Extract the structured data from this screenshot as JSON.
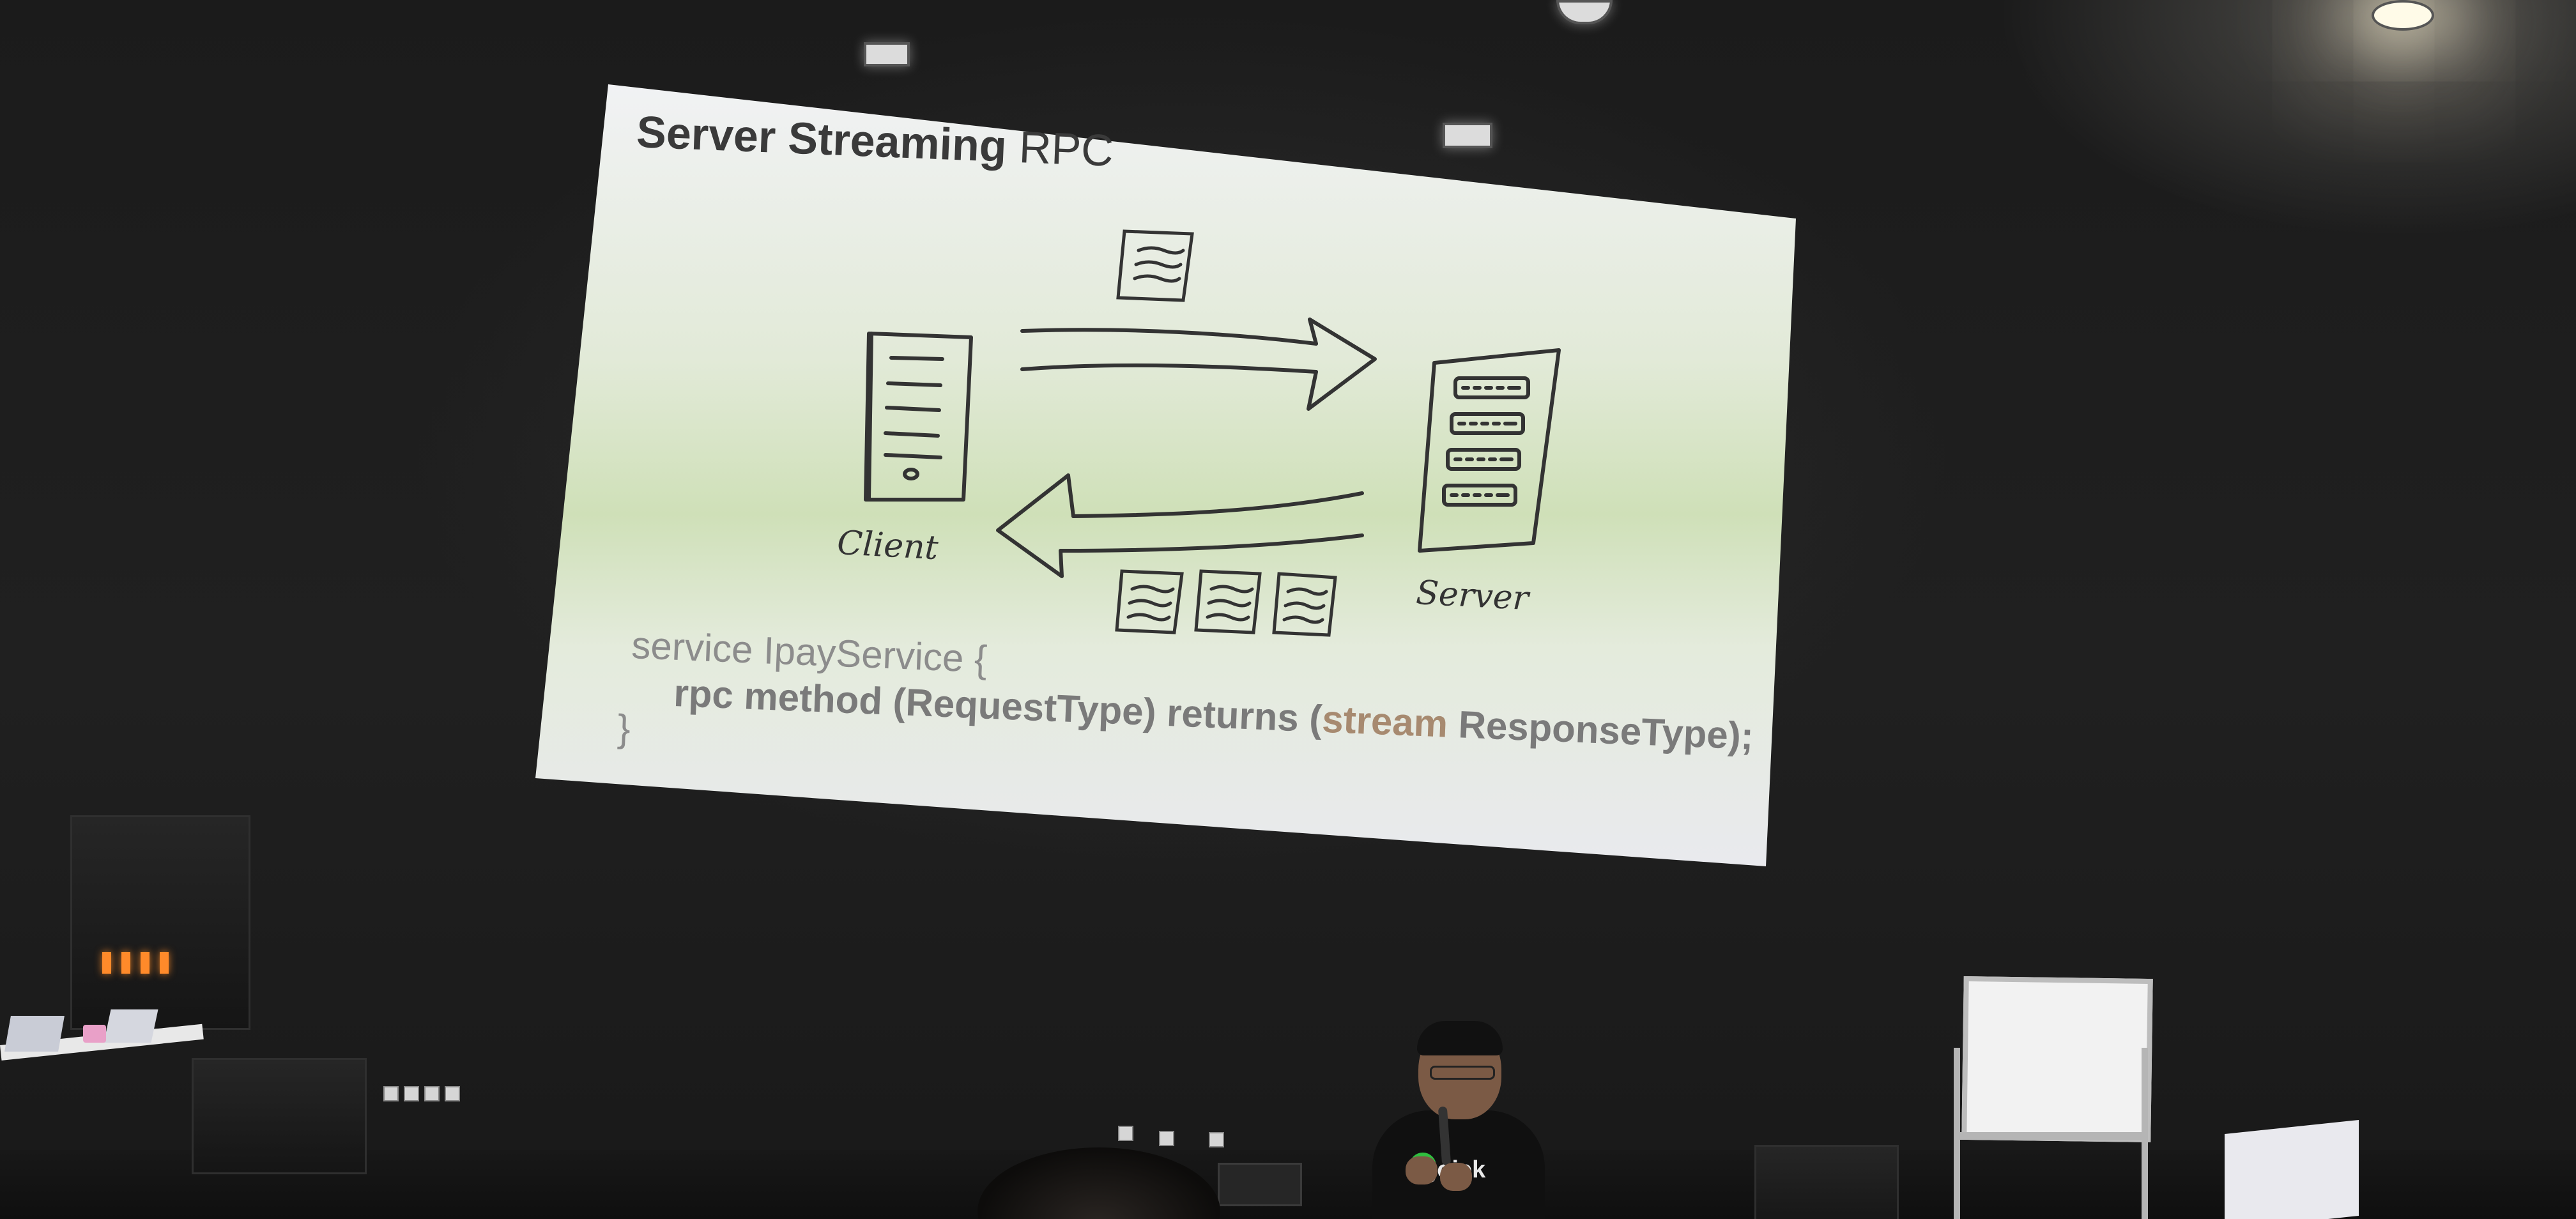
{
  "slide": {
    "title_bold": "Server Streaming",
    "title_light": "RPC",
    "client_label": "Client",
    "server_label": "Server",
    "code_line1": "service IpayService {",
    "code_line2_a": "rpc method (RequestType) returns (",
    "code_line2_kw": "stream",
    "code_line2_b": " ResponseType);",
    "code_line3": "}"
  },
  "speaker_shirt": {
    "text": "gojek"
  },
  "colors": {
    "slide_tint_top": "#f1f2f4",
    "slide_tint_mid": "#cfe0b8",
    "room_wall": "#1b1b1b",
    "stream_keyword": "#a78a70"
  }
}
